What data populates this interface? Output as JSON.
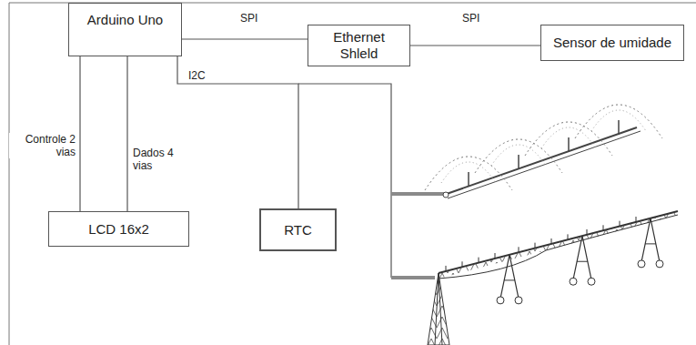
{
  "diagram": {
    "nodes": [
      {
        "text": [
          "Arduino Uno"
        ]
      },
      {
        "text": [
          "Ethernet Shleld"
        ]
      },
      {
        "text": [
          "Sensor de umidade"
        ]
      },
      {
        "text": [
          "LCD 16x2"
        ]
      },
      {
        "text": [
          "RTC"
        ]
      }
    ],
    "edges": [
      {
        "from": 0,
        "to": 1,
        "label": "SPI",
        "arrow": "none"
      },
      {
        "from": 1,
        "to": 2,
        "label": "SPI",
        "arrow": "none"
      },
      {
        "from": 0,
        "to": 3,
        "label": "Controle 2 vias",
        "arrow": "none"
      },
      {
        "from": 0,
        "to": 3,
        "label": "Dados 4 vias",
        "arrow": "none"
      },
      {
        "from": 0,
        "to": 4,
        "label": "I2C",
        "arrow": "none"
      }
    ]
  }
}
